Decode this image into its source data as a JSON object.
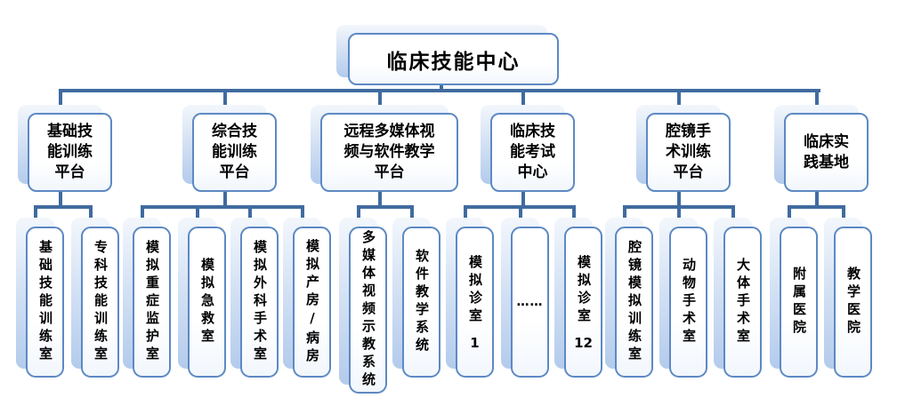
{
  "root": {
    "label": "临床技能中心"
  },
  "colors": {
    "connector_line": "#406b9f",
    "box_border": "#5d89c4",
    "shadow_fill_top": "#f3f7fc",
    "shadow_fill_bottom": "#b3cbec",
    "box_fill": "#ffffff",
    "text": "#000000"
  },
  "branches": [
    {
      "label": "基础技\n能训练\n平台",
      "children": [
        "基础技能训练室",
        "专科技能训练室"
      ]
    },
    {
      "label": "综合技\n能训练\n平台",
      "children": [
        "模拟重症监护室",
        "模拟急救室",
        "模拟外科手术室",
        "模拟产房/病房"
      ]
    },
    {
      "label": "远程多媒体视\n频与软件教学\n平台",
      "children": [
        "多媒体视频示教系统",
        "软件教学系统"
      ]
    },
    {
      "label": "临床技\n能考试\n中心",
      "children": [
        {
          "text": "模拟诊室",
          "num": "1"
        },
        "……",
        {
          "text": "模拟诊室",
          "num": "12"
        }
      ]
    },
    {
      "label": "腔镜手\n术训练\n平台",
      "children": [
        "腔镜模拟训练室",
        "动物手术室",
        "大体手术室"
      ]
    },
    {
      "label": "临床实\n践基地",
      "children": [
        "附属医院",
        "教学医院"
      ]
    }
  ]
}
